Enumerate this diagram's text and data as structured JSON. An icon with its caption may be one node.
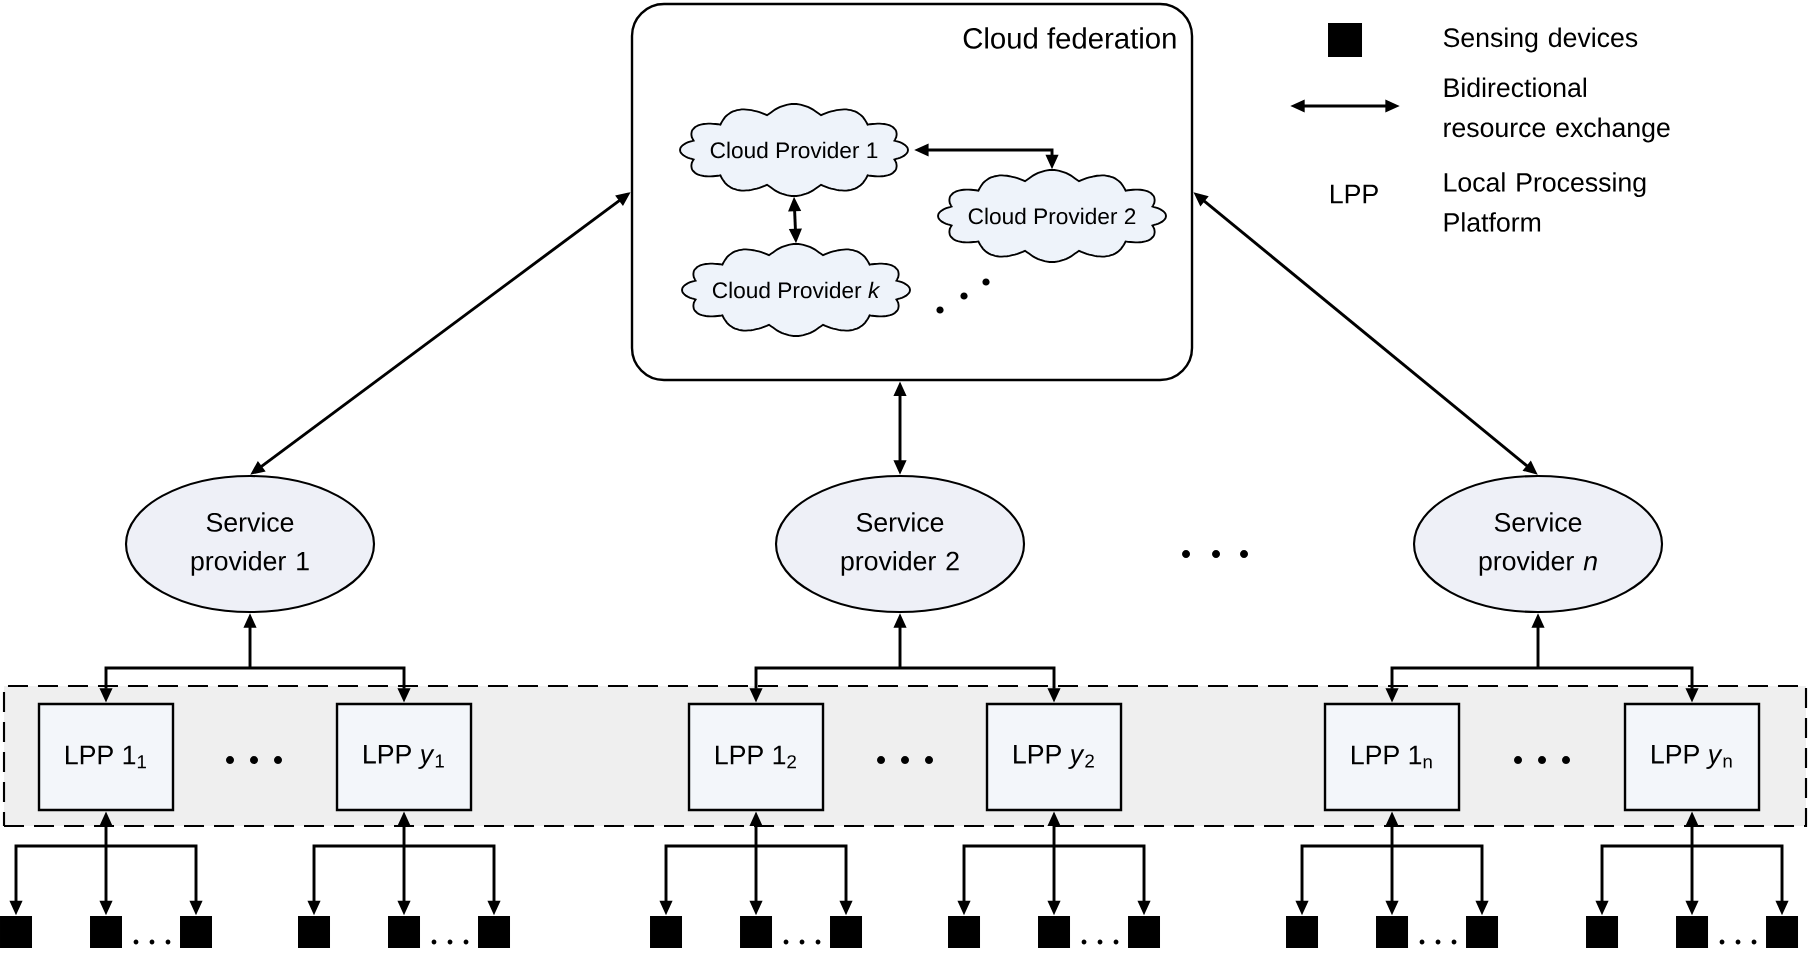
{
  "diagram": {
    "nodes": [
      {
        "text": [
          "Cloud federation"
        ]
      },
      {
        "text": [
          "Cloud Provider 1"
        ],
        "in": 0
      },
      {
        "text": [
          "Cloud Provider 2"
        ],
        "in": 0
      },
      {
        "text": [
          "Cloud Provider *k*"
        ],
        "in": 0
      },
      {
        "text": [
          "Service provider 1"
        ]
      },
      {
        "text": [
          "Service provider 2"
        ]
      },
      {
        "text": [
          "Service provider *n*"
        ]
      },
      {
        "text": [],
        "shape": "band"
      },
      {
        "text": [
          "LPP 1$_{1}$"
        ],
        "in": 7
      },
      {
        "text": [
          "LPP *y*$_{1}$"
        ],
        "in": 7
      },
      {
        "text": [
          "LPP 1$_{2}$"
        ],
        "in": 7
      },
      {
        "text": [
          "LPP *y*$_{2}$"
        ],
        "in": 7
      },
      {
        "text": [
          "LPP 1$_{n}$"
        ],
        "in": 7
      },
      {
        "text": [
          "LPP *y*$_{n}$"
        ],
        "in": 7
      },
      {
        "text": [],
        "shape": "box"
      },
      {
        "text": [],
        "shape": "box"
      },
      {
        "text": [],
        "shape": "box"
      },
      {
        "text": [],
        "shape": "box"
      },
      {
        "text": [],
        "shape": "box"
      },
      {
        "text": [],
        "shape": "box"
      },
      {
        "text": [],
        "shape": "box"
      },
      {
        "text": [],
        "shape": "box"
      },
      {
        "text": [],
        "shape": "box"
      },
      {
        "text": [],
        "shape": "box"
      },
      {
        "text": [],
        "shape": "box"
      },
      {
        "text": [],
        "shape": "box"
      },
      {
        "text": [],
        "shape": "box"
      },
      {
        "text": [],
        "shape": "box"
      },
      {
        "text": [],
        "shape": "box"
      },
      {
        "text": [],
        "shape": "box"
      },
      {
        "text": [],
        "shape": "box"
      },
      {
        "text": [],
        "shape": "box"
      }
    ],
    "edges": [
      {
        "from": 1,
        "to": 2,
        "arrow": "both"
      },
      {
        "from": 1,
        "to": 3,
        "arrow": "both"
      },
      {
        "from": 0,
        "to": 4,
        "arrow": "both"
      },
      {
        "from": 0,
        "to": 5,
        "arrow": "both"
      },
      {
        "from": 0,
        "to": 6,
        "arrow": "both"
      },
      {
        "from": 4,
        "to": 8,
        "arrow": "both"
      },
      {
        "from": 4,
        "to": 9,
        "arrow": "both"
      },
      {
        "from": 5,
        "to": 10,
        "arrow": "both"
      },
      {
        "from": 5,
        "to": 11,
        "arrow": "both"
      },
      {
        "from": 6,
        "to": 12,
        "arrow": "both"
      },
      {
        "from": 6,
        "to": 13,
        "arrow": "both"
      },
      {
        "from": 8,
        "to": 14,
        "arrow": "both"
      },
      {
        "from": 8,
        "to": 15,
        "arrow": "both"
      },
      {
        "from": 8,
        "to": 16,
        "arrow": "both"
      },
      {
        "from": 9,
        "to": 17,
        "arrow": "both"
      },
      {
        "from": 9,
        "to": 18,
        "arrow": "both"
      },
      {
        "from": 9,
        "to": 19,
        "arrow": "both"
      },
      {
        "from": 10,
        "to": 20,
        "arrow": "both"
      },
      {
        "from": 10,
        "to": 21,
        "arrow": "both"
      },
      {
        "from": 10,
        "to": 22,
        "arrow": "both"
      },
      {
        "from": 11,
        "to": 23,
        "arrow": "both"
      },
      {
        "from": 11,
        "to": 24,
        "arrow": "both"
      },
      {
        "from": 11,
        "to": 25,
        "arrow": "both"
      },
      {
        "from": 12,
        "to": 26,
        "arrow": "both"
      },
      {
        "from": 12,
        "to": 27,
        "arrow": "both"
      },
      {
        "from": 12,
        "to": 28,
        "arrow": "both"
      },
      {
        "from": 13,
        "to": 29,
        "arrow": "both"
      },
      {
        "from": 13,
        "to": 30,
        "arrow": "both"
      },
      {
        "from": 13,
        "to": 31,
        "arrow": "both"
      }
    ],
    "labels": [
      "LPP"
    ],
    "legend": [
      {
        "text": "Sensing devices",
        "color": "#000000"
      },
      {
        "text": "Bidirectional resource exchange"
      },
      {
        "text": "Local Processing Platform"
      }
    ]
  }
}
